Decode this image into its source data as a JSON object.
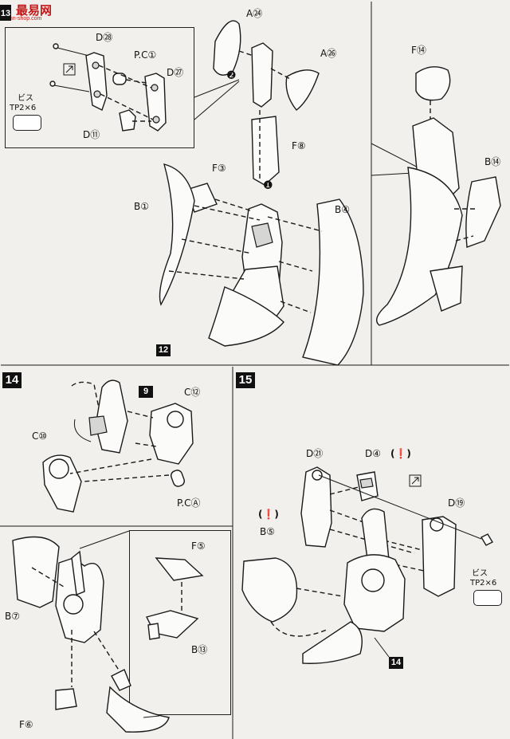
{
  "watermark": {
    "text": "最易网",
    "url": "nnn-shop.com"
  },
  "steps": {
    "s13": {
      "badge": "13",
      "inset_parts": [
        "D㉘",
        "P.C①",
        "D㉗",
        "D⑪"
      ],
      "screw_label": "ビス",
      "screw_size": "TP2×6",
      "parts": [
        "A㉔",
        "A㉖",
        "F⑧",
        "F③",
        "B①",
        "B④"
      ],
      "order_markers": [
        "❷",
        "❶"
      ],
      "ref_step": "12"
    },
    "right_panel": {
      "parts": [
        "F⑭",
        "B⑭"
      ]
    },
    "s14": {
      "badge": "14",
      "ref_step": "9",
      "parts": [
        "C⑫",
        "C⑩",
        "P.CⒶ",
        "B⑦",
        "F⑥"
      ],
      "inset_parts": [
        "F⑤",
        "B⑬"
      ]
    },
    "s15": {
      "badge": "15",
      "parts": [
        "D㉑",
        "D④",
        "D⑲",
        "B⑤"
      ],
      "caution": "(❗)",
      "ref_step": "14",
      "screw_label": "ビス",
      "screw_size": "TP2×6"
    }
  }
}
